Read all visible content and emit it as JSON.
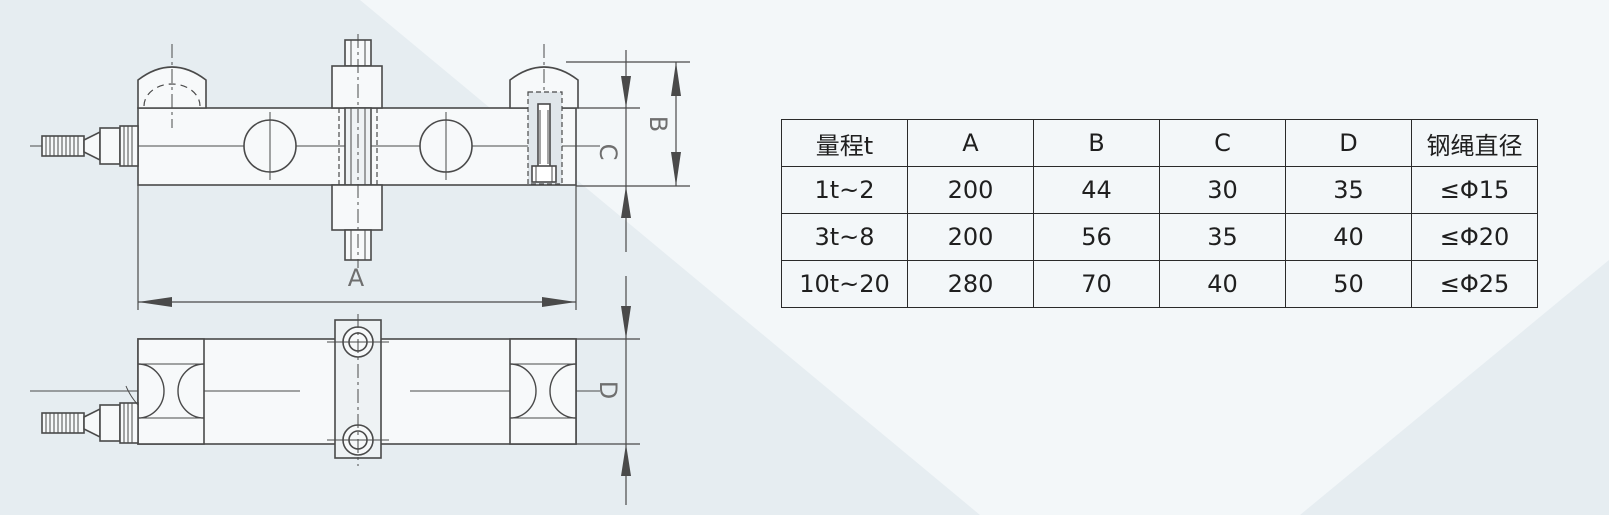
{
  "colors": {
    "background": "#e6edf1",
    "background_band": "#f4f7f9",
    "line": "#4a4a4a",
    "fill_light": "#f7f9fa"
  },
  "drawing": {
    "dimension_labels": {
      "a": "A",
      "b": "B",
      "c": "C",
      "d": "D"
    }
  },
  "table": {
    "headers": [
      "量程t",
      "A",
      "B",
      "C",
      "D",
      "钢绳直径"
    ],
    "rows": [
      [
        "1t~2",
        "200",
        "44",
        "30",
        "35",
        "≤Φ15"
      ],
      [
        "3t~8",
        "200",
        "56",
        "35",
        "40",
        "≤Φ20"
      ],
      [
        "10t~20",
        "280",
        "70",
        "40",
        "50",
        "≤Φ25"
      ]
    ]
  }
}
